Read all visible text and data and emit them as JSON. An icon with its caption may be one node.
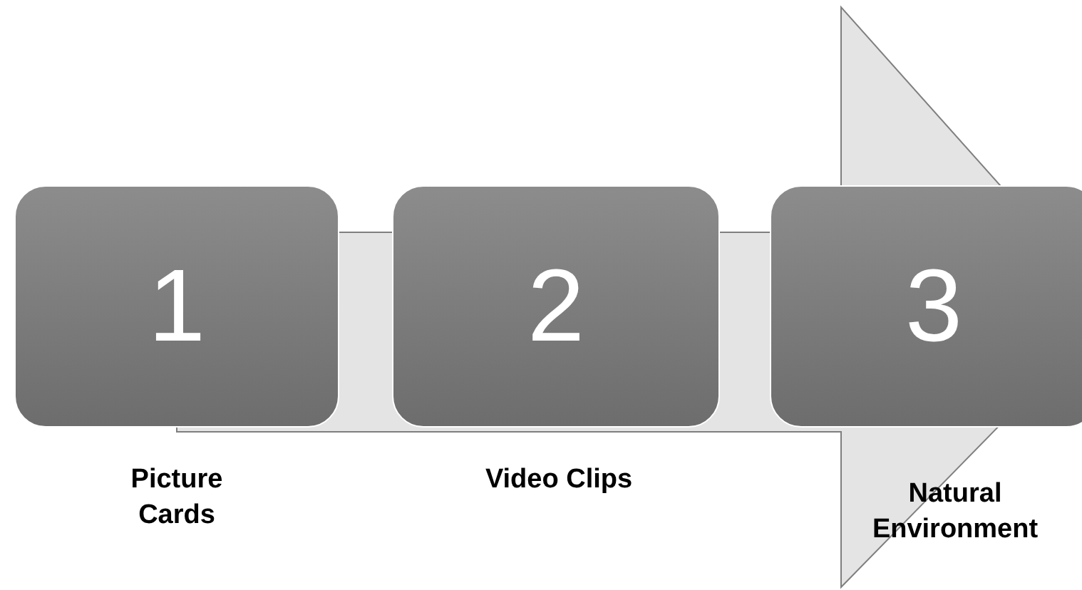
{
  "diagram": {
    "nodes": [
      {
        "text": [
          "1"
        ],
        "beside": [
          "Picture Cards"
        ]
      },
      {
        "text": [
          "2"
        ],
        "beside": [
          "Video Clips"
        ]
      },
      {
        "text": [
          "3"
        ],
        "beside": [
          "Natural Environment"
        ]
      }
    ],
    "edges": [
      {
        "from": 0,
        "to": 2,
        "arrow": "to"
      }
    ]
  }
}
